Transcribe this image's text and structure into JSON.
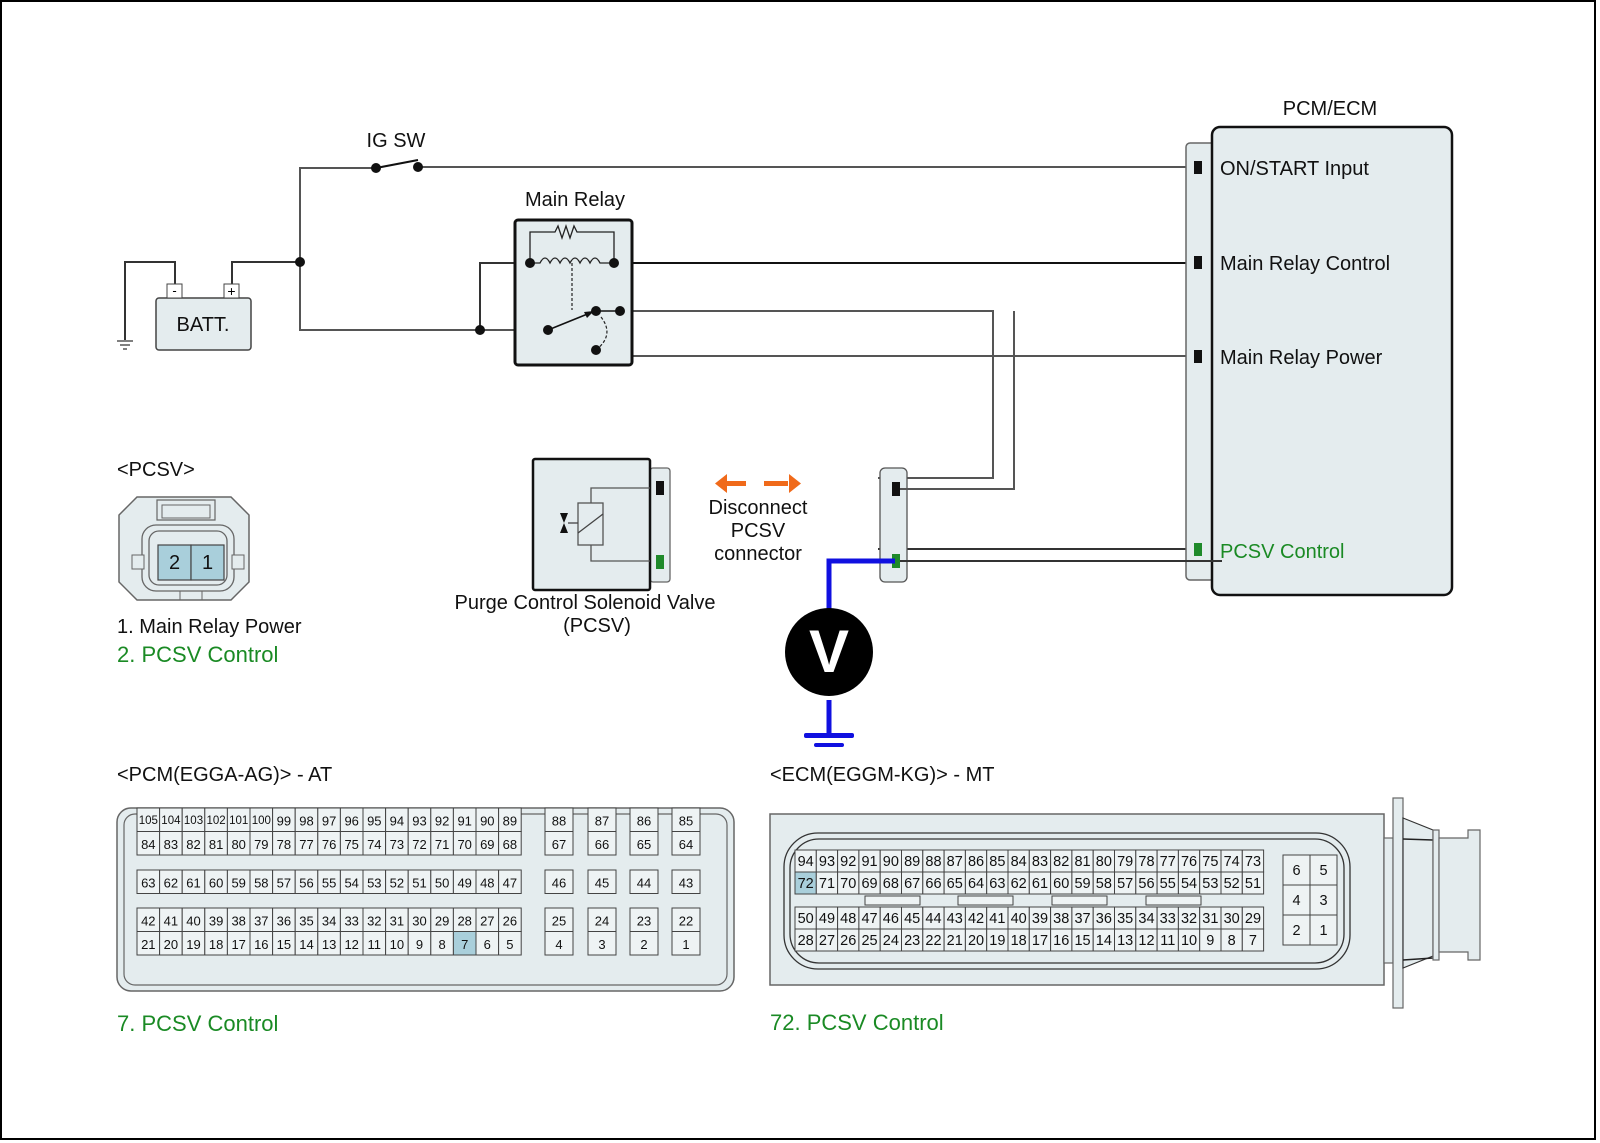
{
  "title_blocks": {
    "pcm_ecm": {
      "title": "PCM/ECM",
      "pins": [
        {
          "label": "ON/START Input",
          "color": "#111111"
        },
        {
          "label": "Main Relay Control",
          "color": "#111111"
        },
        {
          "label": "Main Relay Power",
          "color": "#111111"
        },
        {
          "label": "PCSV Control",
          "color": "#1a8a24"
        }
      ]
    }
  },
  "components": {
    "ig_switch": "IG SW",
    "main_relay": "Main Relay",
    "battery": "BATT.",
    "battery_neg": "-",
    "battery_pos": "+",
    "pcsv_name_line1": "Purge Control Solenoid Valve",
    "pcsv_name_line2": "(PCSV)",
    "disconnect_line1": "Disconnect",
    "disconnect_line2": "PCSV",
    "disconnect_line3": "connector",
    "voltmeter": "V"
  },
  "pcsv_connector": {
    "title": "<PCSV>",
    "pins": [
      "2",
      "1"
    ],
    "legend": [
      {
        "text": "1. Main Relay Power",
        "color": "#111111"
      },
      {
        "text": "2. PCSV Control",
        "color": "#1a8a24"
      }
    ]
  },
  "pcm_connector": {
    "title": "<PCM(EGGA-AG)> - AT",
    "highlight_pin": "7",
    "rows_main": [
      [
        "105",
        "104",
        "103",
        "102",
        "101",
        "100",
        "99",
        "98",
        "97",
        "96",
        "95",
        "94",
        "93",
        "92",
        "91",
        "90",
        "89"
      ],
      [
        "84",
        "83",
        "82",
        "81",
        "80",
        "79",
        "78",
        "77",
        "76",
        "75",
        "74",
        "73",
        "72",
        "71",
        "70",
        "69",
        "68"
      ],
      [
        "63",
        "62",
        "61",
        "60",
        "59",
        "58",
        "57",
        "56",
        "55",
        "54",
        "53",
        "52",
        "51",
        "50",
        "49",
        "48",
        "47"
      ],
      [
        "42",
        "41",
        "40",
        "39",
        "38",
        "37",
        "36",
        "35",
        "34",
        "33",
        "32",
        "31",
        "30",
        "29",
        "28",
        "27",
        "26"
      ],
      [
        "21",
        "20",
        "19",
        "18",
        "17",
        "16",
        "15",
        "14",
        "13",
        "12",
        "11",
        "10",
        "9",
        "8",
        "7",
        "6",
        "5"
      ]
    ],
    "side_cols": [
      [
        "88",
        "67",
        "46",
        "25",
        "4"
      ],
      [
        "87",
        "66",
        "45",
        "24",
        "3"
      ],
      [
        "86",
        "65",
        "44",
        "23",
        "2"
      ],
      [
        "85",
        "64",
        "43",
        "22",
        "1"
      ]
    ],
    "legend": {
      "text": "7. PCSV Control",
      "color": "#1a8a24"
    }
  },
  "ecm_connector": {
    "title": "<ECM(EGGM-KG)> - MT",
    "highlight_pin": "72",
    "rows_main": [
      [
        "94",
        "93",
        "92",
        "91",
        "90",
        "89",
        "88",
        "87",
        "86",
        "85",
        "84",
        "83",
        "82",
        "81",
        "80",
        "79",
        "78",
        "77",
        "76",
        "75",
        "74",
        "73"
      ],
      [
        "72",
        "71",
        "70",
        "69",
        "68",
        "67",
        "66",
        "65",
        "64",
        "63",
        "62",
        "61",
        "60",
        "59",
        "58",
        "57",
        "56",
        "55",
        "54",
        "53",
        "52",
        "51"
      ],
      [
        "50",
        "49",
        "48",
        "47",
        "46",
        "45",
        "44",
        "43",
        "42",
        "41",
        "40",
        "39",
        "38",
        "37",
        "36",
        "35",
        "34",
        "33",
        "32",
        "31",
        "30",
        "29"
      ],
      [
        "28",
        "27",
        "26",
        "25",
        "24",
        "23",
        "22",
        "21",
        "20",
        "19",
        "18",
        "17",
        "16",
        "15",
        "14",
        "13",
        "12",
        "11",
        "10",
        "9",
        "8",
        "7"
      ]
    ],
    "side_block": [
      [
        "6",
        "5"
      ],
      [
        "4",
        "3"
      ],
      [
        "2",
        "1"
      ]
    ],
    "legend": {
      "text": "72. PCSV Control",
      "color": "#1a8a24"
    }
  },
  "colors": {
    "wire": "#111111",
    "wire_gray": "#666666",
    "measure_wire": "#1010e0",
    "arrow": "#f06a1a",
    "component_fill": "#e4ecee",
    "pin_highlight": "#a9cfdb",
    "pin_green": "#1f8a2a"
  }
}
